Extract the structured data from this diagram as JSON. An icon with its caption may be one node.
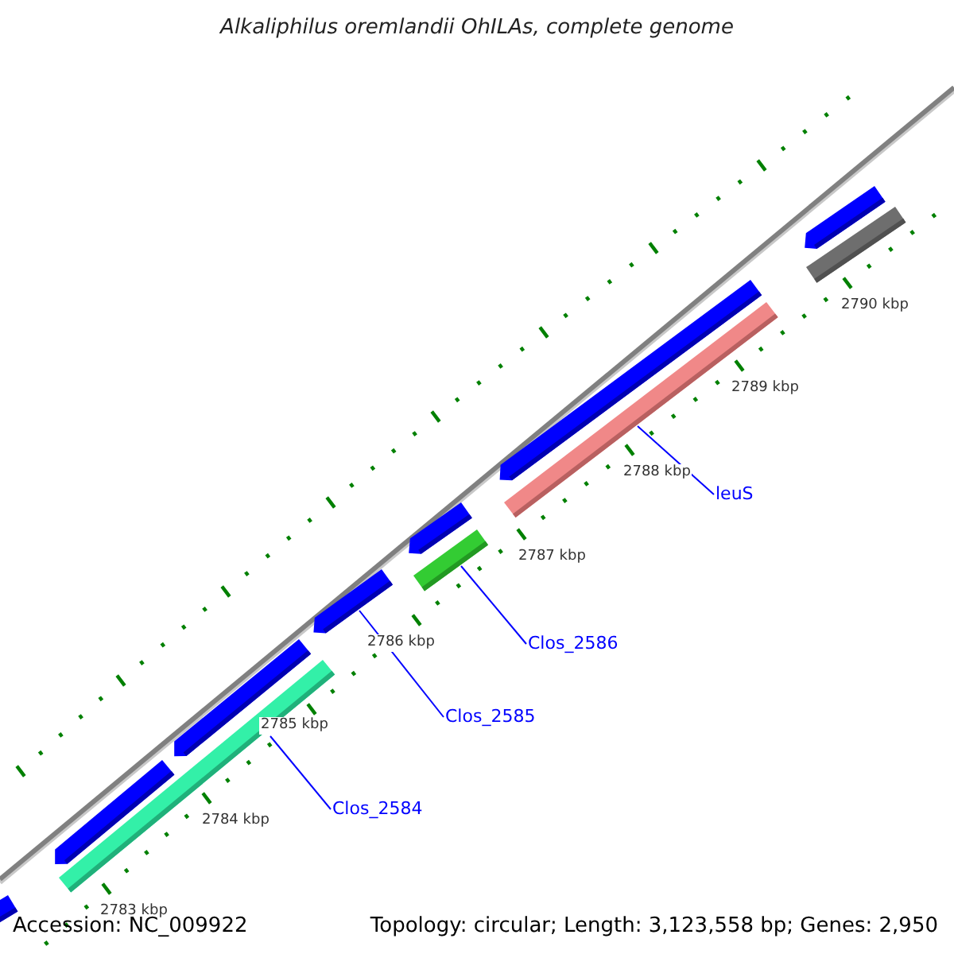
{
  "diagram": {
    "title": "Alkaliphilus oremlandii OhILAs, complete genome",
    "nodes": [
      {
        "text": [
          "Clos_2584"
        ]
      },
      {
        "text": [
          "Clos_2585"
        ]
      },
      {
        "text": [
          "Clos_2586"
        ]
      },
      {
        "text": [
          "leuS"
        ]
      },
      {
        "text": [],
        "shape": "bar"
      },
      {
        "text": [],
        "shape": "bar"
      },
      {
        "text": [],
        "shape": "bar"
      },
      {
        "text": [],
        "shape": "bar"
      },
      {
        "text": [],
        "shape": "bar"
      },
      {
        "text": [],
        "shape": "bar"
      },
      {
        "text": [],
        "shape": "bar"
      },
      {
        "text": [],
        "shape": "bar"
      },
      {
        "text": [],
        "shape": "bar"
      },
      {
        "text": [],
        "shape": "bar"
      },
      {
        "text": [],
        "shape": "bar"
      }
    ],
    "edges": [
      {
        "from": 0,
        "to": 4,
        "arrow": "none"
      },
      {
        "from": 1,
        "to": 5,
        "arrow": "none"
      },
      {
        "from": 2,
        "to": 6,
        "arrow": "none"
      },
      {
        "from": 3,
        "to": 7,
        "arrow": "none"
      }
    ],
    "labels": [
      "2790 kbp",
      "2789 kbp",
      "2788 kbp",
      "2787 kbp",
      "2786 kbp",
      "2785 kbp",
      "2784 kbp",
      "2783 kbp",
      "Accession: NC_009922",
      "Topology: circular; Length: 3,123,558 bp; Genes: 2,950"
    ]
  }
}
